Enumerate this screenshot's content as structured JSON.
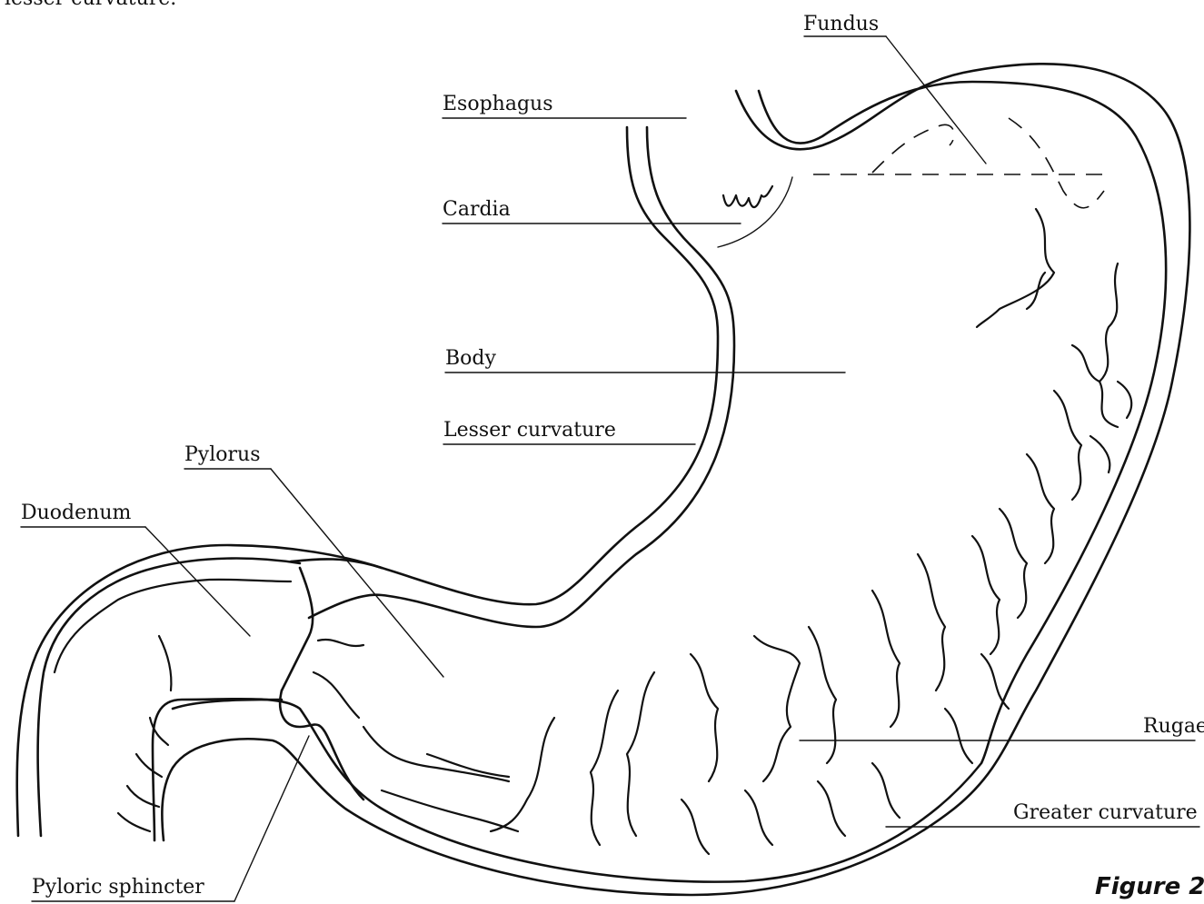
{
  "header_fragment": "lesser curvature.",
  "labels": {
    "fundus": "Fundus",
    "esophagus": "Esophagus",
    "cardia": "Cardia",
    "body": "Body",
    "lesser_curvature": "Lesser curvature",
    "pylorus": "Pylorus",
    "duodenum": "Duodenum",
    "rugae": "Rugae",
    "greater_curvature": "Greater curvature",
    "pyloric_sphincter": "Pyloric sphincter"
  },
  "caption": "Figure 2.",
  "colors": {
    "ink": "#111111",
    "background": "#ffffff"
  }
}
